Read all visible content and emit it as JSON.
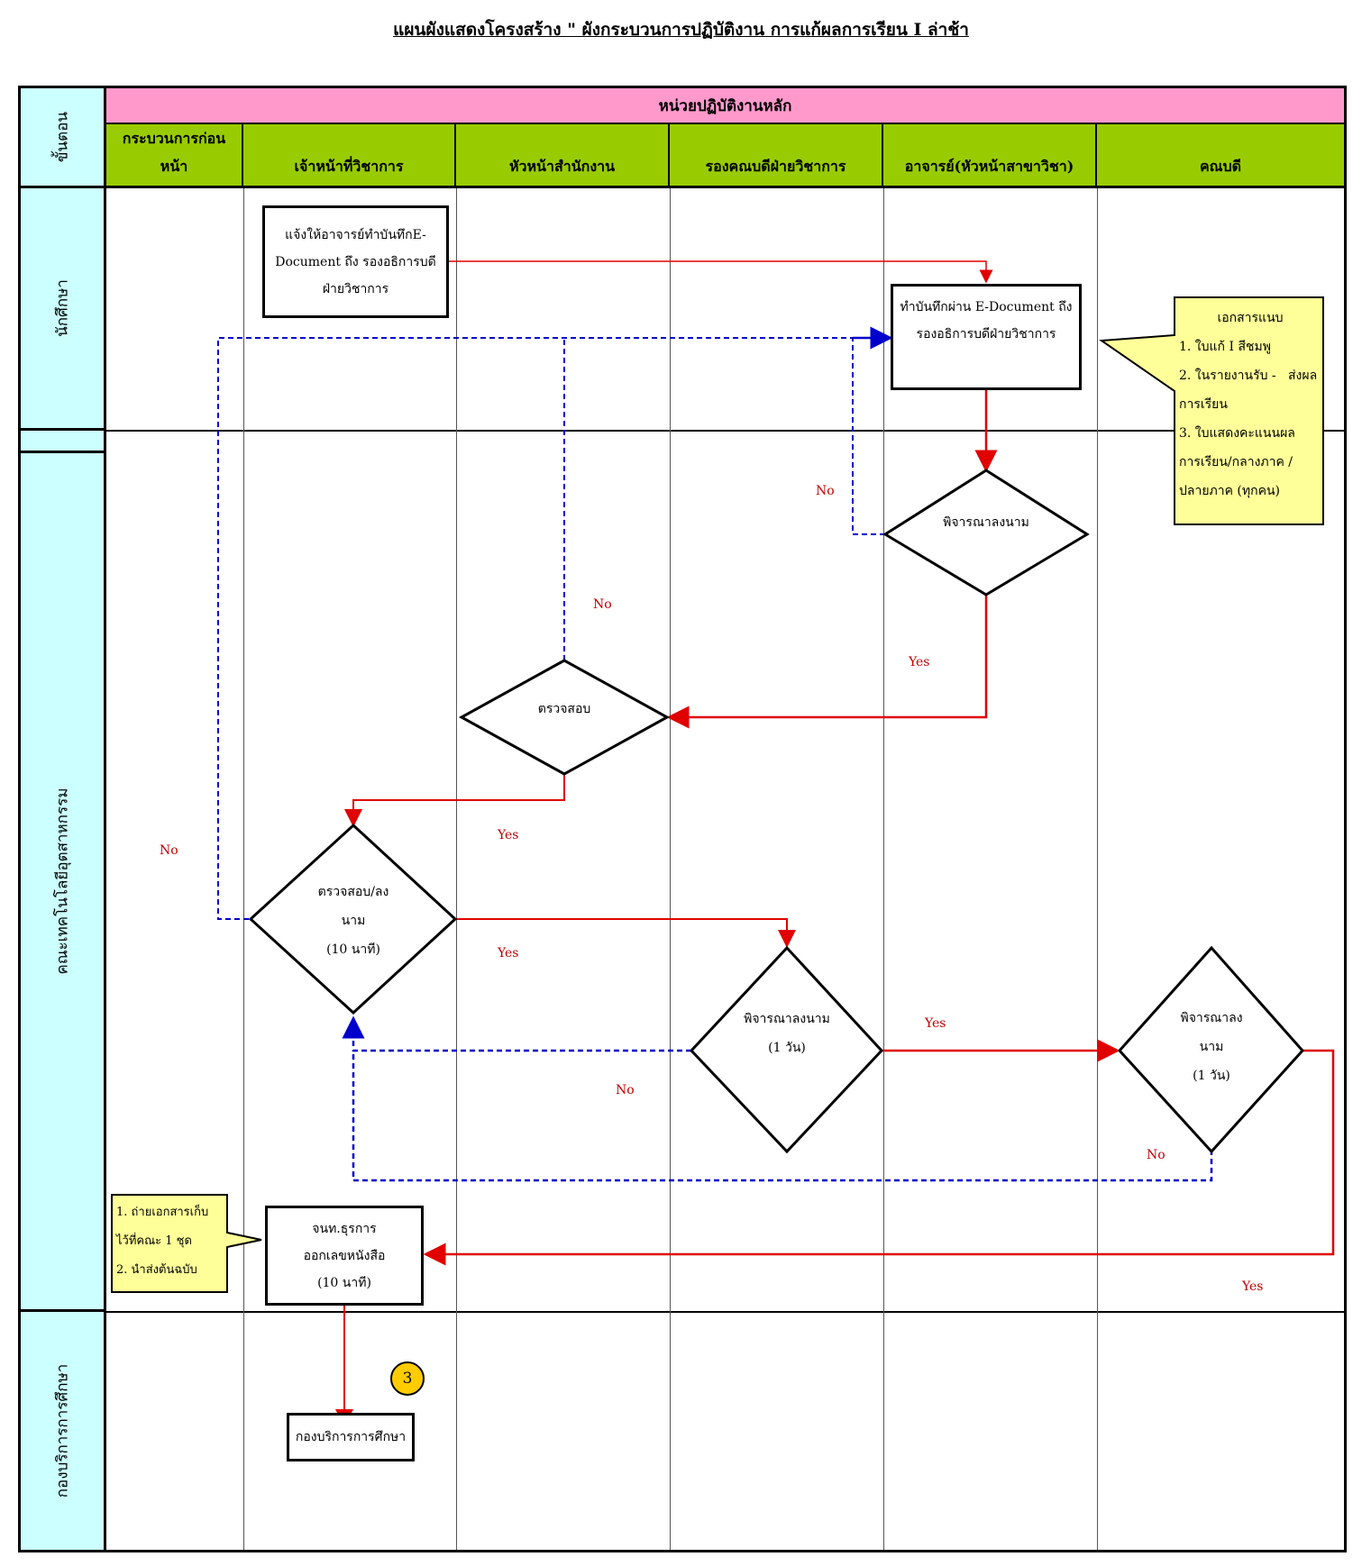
{
  "title": "แผนผังแสดงโครงสร้าง \" ผังกระบวนการปฏิบัติงาน การแก้ผลการเรียน I ล่าช้า",
  "header": {
    "main_unit": "หน่วยปฏิบัติงานหลัก",
    "step_label": "ขั้นตอน",
    "columns": [
      {
        "line1": "กระบวนการก่อน",
        "line2": "หน้า"
      },
      {
        "line1": "",
        "line2": "เจ้าหน้าที่วิชาการ"
      },
      {
        "line1": "",
        "line2": "หัวหน้าสำนักงาน"
      },
      {
        "line1": "",
        "line2": "รองคณบดีฝ่ายวิชาการ"
      },
      {
        "line1": "",
        "line2": "อาจารย์(หัวหน้าสาขาวิชา)"
      },
      {
        "line1": "",
        "line2": "คณบดี"
      }
    ]
  },
  "lanes": [
    "นักศึกษา",
    "คณะเทคโนโลยีอุตสาหกรรม",
    "กองบริการการศึกษา"
  ],
  "nodes": {
    "notify": [
      "แจ้งให้อาจารย์ทำบันทึกE-",
      "Document ถึง รองอธิการบดี",
      "ฝ่ายวิชาการ"
    ],
    "memo": [
      "ทำบันทึกผ่าน E-Document ถึง",
      "รองอธิการบดีฝ่ายวิชาการ"
    ],
    "d_teacher": "พิจารณาลงนาม",
    "d_office": "ตรวจสอบ",
    "d_staff": [
      "ตรวจสอบ/ลง",
      "นาม",
      "(10 นาที)"
    ],
    "d_vice": [
      "พิจารณาลงนาม",
      "(1 วัน)"
    ],
    "d_dean": [
      "พิจารณาลง",
      "นาม",
      "(1 วัน)"
    ],
    "issue": [
      "จนท.ธุรการ",
      "ออกเลขหนังสือ",
      "(10 นาที)"
    ],
    "dest": "กองบริการการศึกษา"
  },
  "notes": {
    "attach": [
      "เอกสารแนบ",
      "1. ใบแก้ I สีชมพู",
      "2. ในรายงานรับ -   ส่งผล",
      "การเรียน",
      "3. ใบแสดงคะแนนผล",
      "การเรียน/กลางภาค /",
      "ปลายภาค (ทุกคน)"
    ],
    "copy": [
      "1. ถ่ายเอกสารเก็บ",
      "ไว้ที่คณะ 1 ชุด",
      "2. นำส่งต้นฉบับ"
    ]
  },
  "labels": {
    "no": "No",
    "yes": "Yes"
  },
  "badge": "3",
  "colors": {
    "pink": "#ff99cc",
    "green": "#99cc00",
    "cyan": "#ccffff",
    "note": "#ffff99",
    "red": "#e00000",
    "blue": "#0000cc",
    "badge": "#ffcc00"
  }
}
